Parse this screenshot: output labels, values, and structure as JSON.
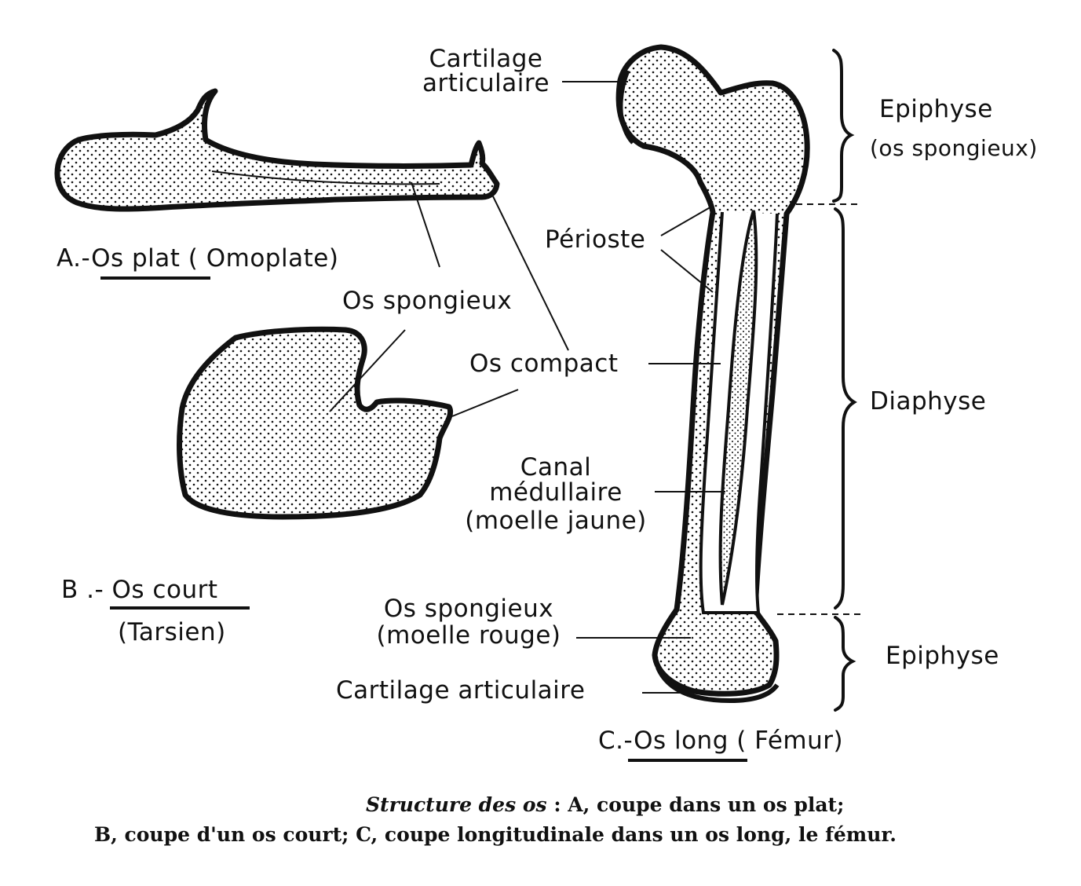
{
  "title_a": {
    "prefix": "A.-",
    "name": "Os plat",
    "detail": "( Omoplate)"
  },
  "title_b": {
    "prefix": "B .-",
    "name": "Os court",
    "detail": "(Tarsien)"
  },
  "title_c": {
    "prefix": "C.-",
    "name": "Os long",
    "detail": "( Fémur)"
  },
  "labels": {
    "cartilage_top_1": "Cartilage",
    "cartilage_top_2": "articulaire",
    "periosteum": "Périoste",
    "spongy_bone": "Os spongieux",
    "compact_bone": "Os compact",
    "canal_1": "Canal",
    "canal_2": "médullaire",
    "canal_3": "(moelle jaune)",
    "spongy_bottom_1": "Os spongieux",
    "spongy_bottom_2": "(moelle rouge)",
    "cartilage_bottom": "Cartilage articulaire"
  },
  "regions": {
    "epiphysis_top": "Epiphyse",
    "epiphysis_top_note": "(os spongieux)",
    "diaphysis": "Diaphyse",
    "epiphysis_bottom": "Epiphyse"
  },
  "caption": {
    "title": "Structure des os",
    "line1": ": A, coupe dans un os plat;",
    "line2": "B, coupe d'un os court; C, coupe longitudinale dans un os long, le fémur."
  }
}
